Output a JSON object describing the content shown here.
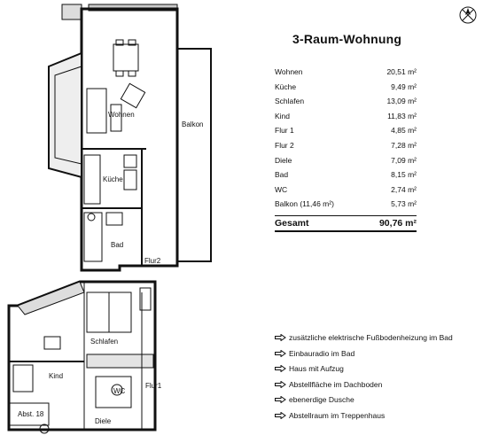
{
  "title": "3-Raum-Wohnung",
  "rooms": [
    {
      "name": "Wohnen",
      "area": "20,51 m²"
    },
    {
      "name": "Küche",
      "area": "9,49 m²"
    },
    {
      "name": "Schlafen",
      "area": "13,09 m²"
    },
    {
      "name": "Kind",
      "area": "11,83 m²"
    },
    {
      "name": "Flur 1",
      "area": "4,85 m²"
    },
    {
      "name": "Flur 2",
      "area": "7,28 m²"
    },
    {
      "name": "Diele",
      "area": "7,09 m²"
    },
    {
      "name": "Bad",
      "area": "8,15 m²"
    },
    {
      "name": "WC",
      "area": "2,74 m²"
    },
    {
      "name": "Balkon (11,46 m²)",
      "area": "5,73 m²"
    }
  ],
  "total": {
    "label": "Gesamt",
    "area": "90,76 m²"
  },
  "features": [
    "zusätzliche elektrische Fußbodenheizung im Bad",
    "Einbauradio im Bad",
    "Haus mit Aufzug",
    "Abstellfläche im Dachboden",
    "ebenerdige Dusche",
    "Abstellraum im Treppenhaus"
  ],
  "plan_labels": {
    "wohnen": "Wohnen",
    "balkon": "Balkon",
    "kueche": "Küche",
    "bad": "Bad",
    "flur2": "Flur2",
    "schlafen": "Schlafen",
    "kind": "Kind",
    "wc": "WC",
    "flur1": "Flur1",
    "diele": "Diele",
    "abst": "Abst. 18"
  },
  "icons": {
    "compass": "north-arrow-icon",
    "bullet": "arrow-right-icon"
  }
}
